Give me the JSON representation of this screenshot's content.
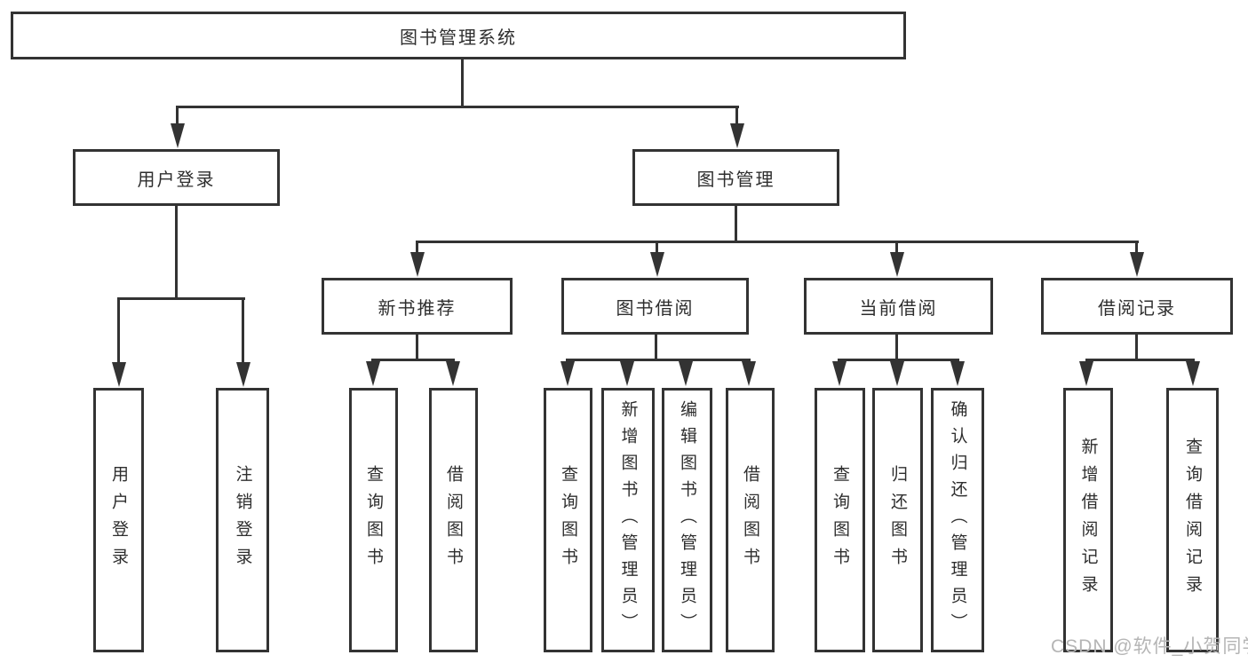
{
  "diagram": {
    "root": {
      "label": "图书管理系统"
    },
    "level2": [
      {
        "label": "用户登录"
      },
      {
        "label": "图书管理"
      }
    ],
    "level3": [
      {
        "label": "新书推荐"
      },
      {
        "label": "图书借阅"
      },
      {
        "label": "当前借阅"
      },
      {
        "label": "借阅记录"
      }
    ],
    "leaves": [
      {
        "label": "用户登录"
      },
      {
        "label": "注销登录"
      },
      {
        "label": "查询图书"
      },
      {
        "label": "借阅图书"
      },
      {
        "label": "查询图书"
      },
      {
        "label": "新增图书（管理员）"
      },
      {
        "label": "编辑图书（管理员）"
      },
      {
        "label": "借阅图书"
      },
      {
        "label": "查询图书"
      },
      {
        "label": "归还图书"
      },
      {
        "label": "确认归还（管理员）"
      },
      {
        "label": "新增借阅记录"
      },
      {
        "label": "查询借阅记录"
      }
    ],
    "line_color": "#333333",
    "box_background": "#ffffff",
    "text_color": "#2e2e2e"
  },
  "watermark": {
    "text": "CSDN @软件_小贺同学",
    "color": "#b5b5b5"
  }
}
